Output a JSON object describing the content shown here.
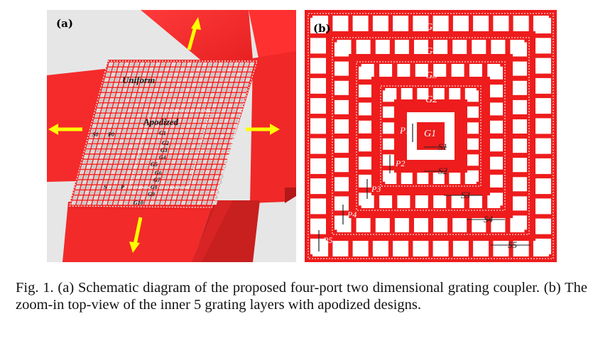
{
  "figure": {
    "panel_a": {
      "label": "(a)",
      "region_uniform": "Uniform",
      "region_apodized": "Apodized",
      "grating_labels": [
        "G1",
        "G2",
        "G3",
        "G4",
        "G5",
        "G6",
        "G7",
        "G8",
        "G9",
        "G10"
      ],
      "param_s0": "S0",
      "param_p0": "P0",
      "param_s": "S",
      "param_p": "P"
    },
    "panel_b": {
      "label": "(b)",
      "gap_labels": [
        "G5",
        "G4",
        "G3",
        "G2",
        "G1"
      ],
      "period_labels": [
        "P1",
        "P2",
        "P3",
        "P4",
        "P5"
      ],
      "size_labels": [
        "S1",
        "S2",
        "S3",
        "S4",
        "S5"
      ]
    }
  },
  "caption": {
    "text": "Fig. 1.    (a) Schematic diagram of the proposed four-port two dimensional grating coupler. (b) The zoom-in top-view of the inner 5 grating layers with apodized designs."
  },
  "colors": {
    "waveguide_red": "#f22a2a",
    "arrow_yellow": "#ffff00",
    "panel_bg": "#e6e6e6"
  }
}
